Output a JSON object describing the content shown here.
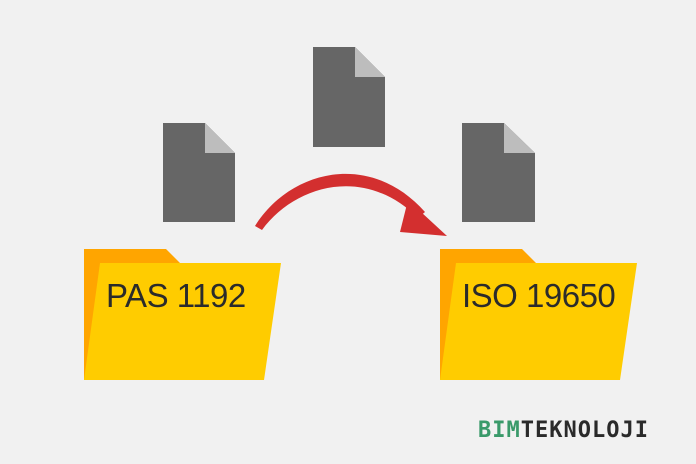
{
  "source_folder": {
    "label": "PAS 1192"
  },
  "target_folder": {
    "label": "ISO 19650"
  },
  "logo": {
    "part1": "BIM",
    "part2": "TEKNOLOJI"
  },
  "colors": {
    "background": "#f1f1f1",
    "folder_back": "#ffa500",
    "folder_front": "#ffcc00",
    "document": "#666666",
    "arrow": "#d32f2f",
    "logo_accent": "#3a9a6a"
  }
}
